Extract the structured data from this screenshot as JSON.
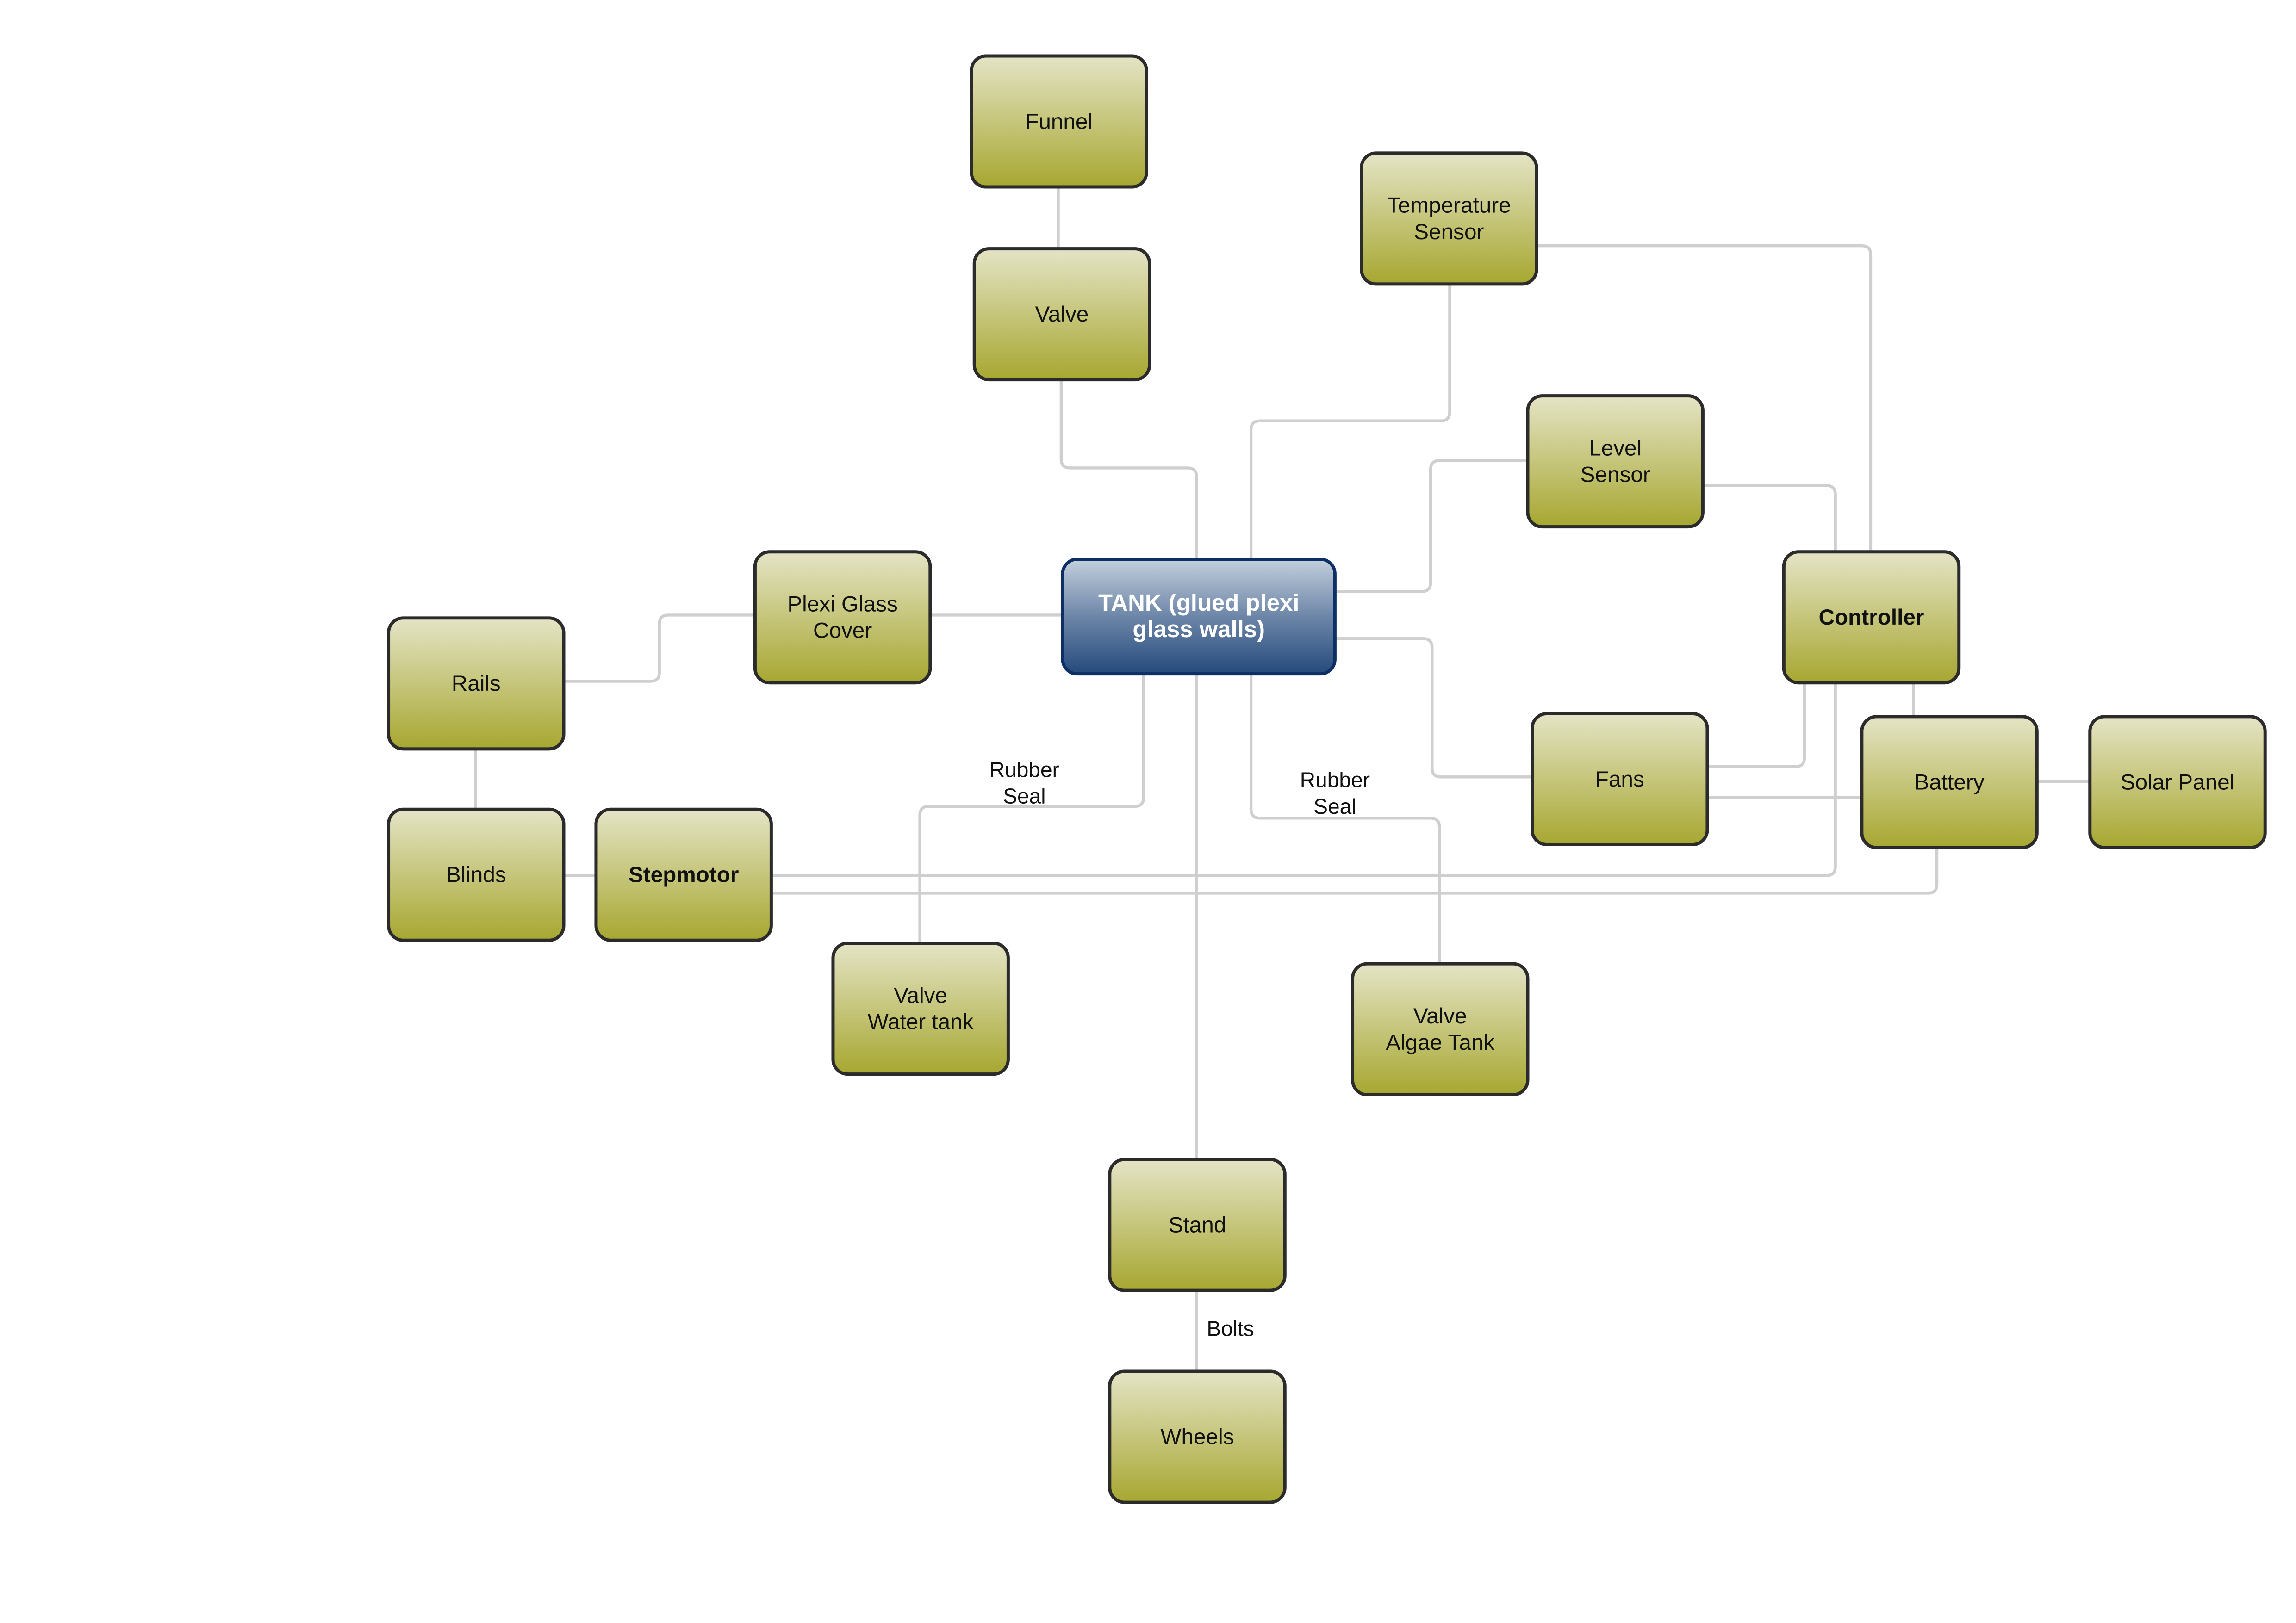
{
  "nodes": {
    "funnel": [
      "Funnel"
    ],
    "valve": [
      "Valve"
    ],
    "temperature_sensor": [
      "Temperature",
      "Sensor"
    ],
    "level_sensor": [
      "Level",
      "Sensor"
    ],
    "tank": [
      "TANK (glued plexi",
      "glass walls)"
    ],
    "controller": [
      "Controller"
    ],
    "plexi_glass_cover": [
      "Plexi Glass",
      "Cover"
    ],
    "rails": [
      "Rails"
    ],
    "blinds": [
      "Blinds"
    ],
    "stepmotor": [
      "Stepmotor"
    ],
    "fans": [
      "Fans"
    ],
    "battery": [
      "Battery"
    ],
    "solar_panel": [
      "Solar Panel"
    ],
    "valve_water_tank": [
      "Valve",
      "Water tank"
    ],
    "valve_algae_tank": [
      "Valve",
      "Algae Tank"
    ],
    "stand": [
      "Stand"
    ],
    "wheels": [
      "Wheels"
    ]
  },
  "edge_labels": {
    "rubber_seal_water": [
      "Rubber",
      "Seal"
    ],
    "rubber_seal_algae": [
      "Rubber",
      "Seal"
    ],
    "bolts": "Bolts"
  },
  "colors": {
    "node_top": "#e4e4c6",
    "node_bottom": "#a7a731",
    "tank_top": "#c3cfdd",
    "tank_bottom": "#244a7c",
    "edge": "#cfcfcf"
  }
}
